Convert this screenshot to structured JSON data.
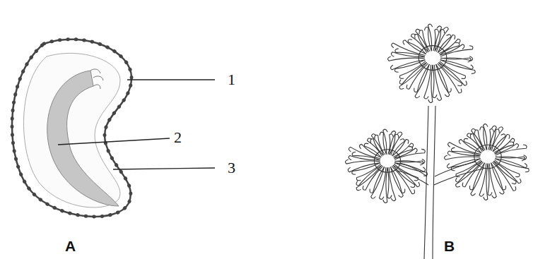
{
  "diagram": {
    "labels": [
      "1",
      "2",
      "3",
      "A",
      "B"
    ]
  }
}
